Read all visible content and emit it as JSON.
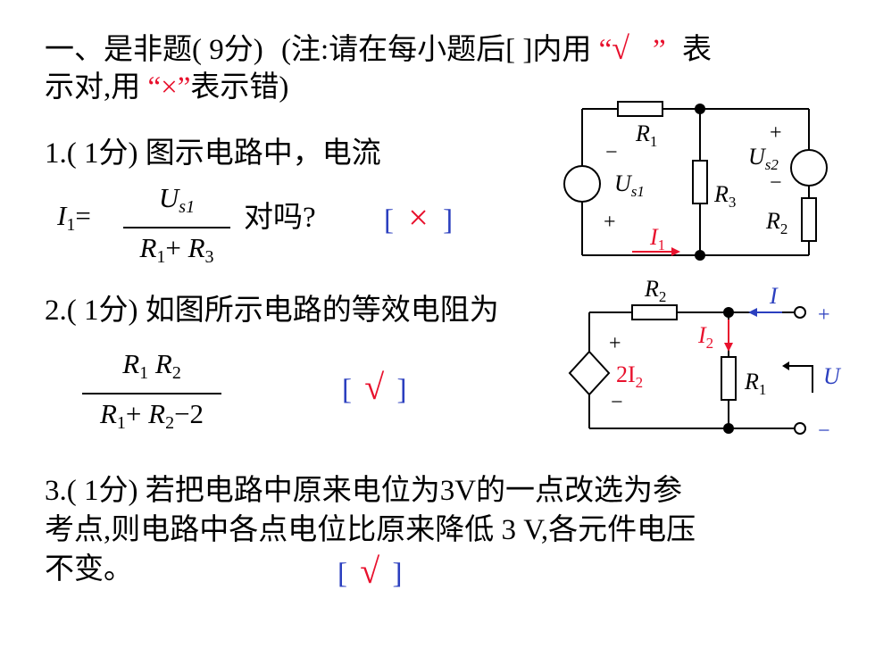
{
  "header": {
    "line1_a": "一、是非题( 9分)",
    "line1_b": "(注:请在每小题后[   ]内用",
    "check_open": "“",
    "check_glyph": "√",
    "check_close": "”",
    "line1_c": "表",
    "line2_a": "示对,用",
    "cross_mark": "“×”",
    "line2_b": "表示错)"
  },
  "q1": {
    "prompt": "1.( 1分) 图示电路中，电流",
    "lhs_var": "I",
    "lhs_sub": "1",
    "equals": "=",
    "num_var": "U",
    "num_sub": "s1",
    "den_r1": "R",
    "den_r1_sub": "1",
    "den_plus": "+",
    "den_r3": "R",
    "den_r3_sub": "3",
    "tail": "对吗?",
    "bracket_open": "[",
    "answer": "×",
    "bracket_close": "]"
  },
  "q2": {
    "prompt": "2.( 1分) 如图所示电路的等效电阻为",
    "num_a": "R",
    "num_a_sub": "1",
    "num_b": "R",
    "num_b_sub": "2",
    "den_a": "R",
    "den_a_sub": "1",
    "den_plus": "+",
    "den_b": "R",
    "den_b_sub": "2",
    "den_minus2": "−2",
    "bracket_open": "[",
    "answer": "√",
    "bracket_close": "]"
  },
  "q3": {
    "line1": "3.( 1分) 若把电路中原来电位为3V的一点改选为参",
    "line2": "考点,则电路中各点电位比原来降低 3 V,各元件电压",
    "line3": "不变。",
    "bracket_open": "[",
    "answer": "√",
    "bracket_close": "]"
  },
  "circuit1": {
    "r1": "R",
    "r1_sub": "1",
    "r2": "R",
    "r2_sub": "2",
    "r3": "R",
    "r3_sub": "3",
    "us1": "U",
    "us1_sub": "s1",
    "us2": "U",
    "us2_sub": "s2",
    "i1": "I",
    "i1_sub": "1",
    "minus": "−",
    "plus": "+"
  },
  "circuit2": {
    "r2": "R",
    "r2_sub": "2",
    "r1": "R",
    "r1_sub": "1",
    "i": "I",
    "i2": "I",
    "i2_sub": "2",
    "src": "2I",
    "src_sub": "2",
    "u": "U",
    "plus": "+",
    "minus": "−"
  },
  "colors": {
    "red": "#e8112d",
    "blue": "#2b3fbf",
    "black": "#000000"
  }
}
